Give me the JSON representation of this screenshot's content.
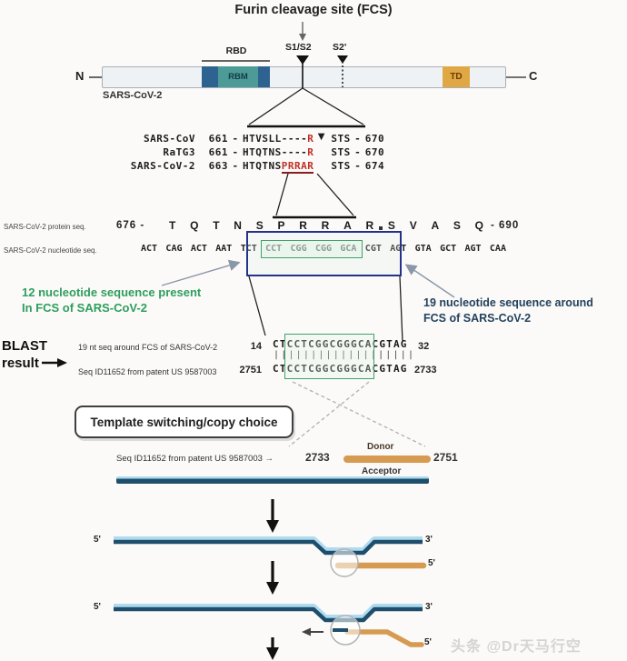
{
  "title": "Furin cleavage site (FCS)",
  "schematic": {
    "protein_label": "SARS-CoV-2",
    "n_label": "N",
    "c_label": "C",
    "rbd_label": "RBD",
    "rbm_label": "RBM",
    "td_label": "TD",
    "s1s2_label": "S1/S2",
    "s2prime_label": "S2'"
  },
  "icons": {
    "triangle_down": "▼",
    "right_arrow": "→"
  },
  "alignment": {
    "dash": "-",
    "tail": "STS",
    "rows": [
      {
        "name": "SARS-CoV",
        "start": "661",
        "seq_black": "HTVSLL----",
        "seq_red": "R",
        "end": "670"
      },
      {
        "name": "RaTG3",
        "start": "661",
        "seq_black": "HTQTNS----",
        "seq_red": "R",
        "end": "670"
      },
      {
        "name": "SARS-CoV-2",
        "start": "663",
        "seq_black": "HTQTNS",
        "seq_red": "PRRAR",
        "end": "674"
      }
    ]
  },
  "protein_seq": {
    "label": "SARS-CoV-2 protein seq.",
    "start": "676 -",
    "residues": [
      "T",
      "Q",
      "T",
      "N",
      "S",
      "P",
      "R",
      "R",
      "A",
      "R",
      "S",
      "V",
      "A",
      "S",
      "Q"
    ],
    "end": "- 690"
  },
  "nucleotide_seq": {
    "label": "SARS-CoV-2 nucleotide seq.",
    "codons": [
      "ACT",
      "CAG",
      "ACT",
      "AAT",
      "TCT",
      "CCT",
      "CGG",
      "CGG",
      "GCA",
      "CGT",
      "AGT",
      "GTA",
      "GCT",
      "AGT",
      "CAA"
    ]
  },
  "annotations": {
    "green_note_line1": "12 nucleotide sequence present",
    "green_note_line2": "In FCS of SARS-CoV-2",
    "navy_note_line1": "19 nucleotide sequence around",
    "navy_note_line2": "FCS of SARS-CoV-2"
  },
  "blast": {
    "label_line1": "BLAST",
    "label_line2": "result",
    "match_bars": "|||||||||||||||||||",
    "rows": [
      {
        "name": "19 nt seq around FCS of SARS-CoV-2",
        "start": "14",
        "seq": "CTCCTCGGCGGGCACGTAG",
        "end": "32"
      },
      {
        "name": "Seq ID11652 from patent US 9587003",
        "start": "2751",
        "seq": "CTCCTCGGCGGGCACGTAG",
        "end": "2733"
      }
    ]
  },
  "template_switching": {
    "box_label": "Template switching/copy choice",
    "seq_label": "Seq ID11652 from patent US 9587003 →",
    "donor_start": "2733",
    "donor_end": "2751",
    "donor_label": "Donor",
    "acceptor_label": "Acceptor"
  },
  "strands": {
    "five_prime": "5'",
    "three_prime": "3'"
  },
  "watermark": "头条 @Dr天马行空",
  "colors": {
    "blue_box": "#24338a",
    "green_box": "#44a06b",
    "red_residues": "#c03028",
    "strand_navy": "#1e4e6b",
    "strand_highlight": "#aedbf0",
    "donor_orange": "#d69a50",
    "rbd_segment_blue": "#2e6291",
    "rbm_teal": "#4d9b97",
    "td_orange": "#e0a845",
    "green_text": "#2f9e5f",
    "navy_text": "#24425e"
  }
}
